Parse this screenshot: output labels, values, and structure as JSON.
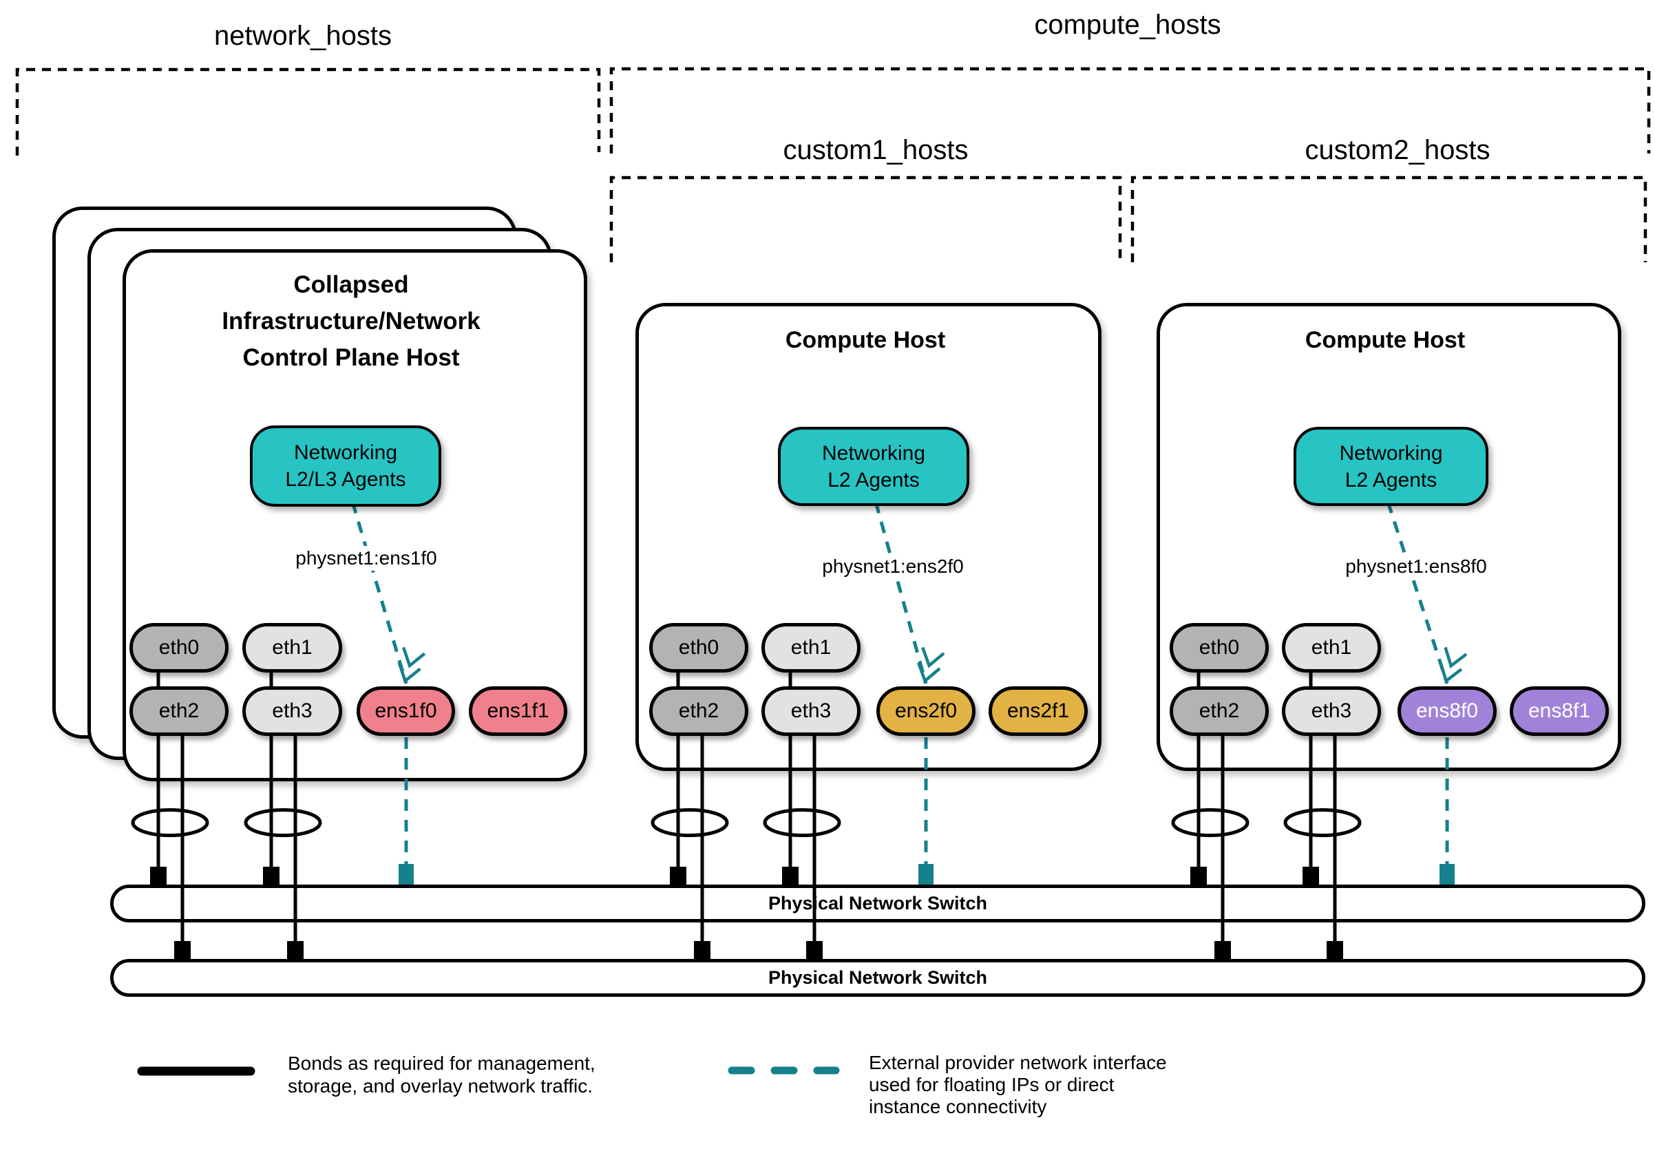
{
  "groups": {
    "network_hosts": "network_hosts",
    "compute_hosts": "compute_hosts",
    "custom1_hosts": "custom1_hosts",
    "custom2_hosts": "custom2_hosts"
  },
  "hosts": [
    {
      "title": "Collapsed\nInfrastructure/Network\nControl Plane Host",
      "agent": "Networking\nL2/L3 Agents",
      "physnet": "physnet1:ens1f0",
      "nics": [
        {
          "label": "eth0"
        },
        {
          "label": "eth1"
        },
        {
          "label": "eth2"
        },
        {
          "label": "eth3"
        },
        {
          "label": "ens1f0"
        },
        {
          "label": "ens1f1"
        }
      ]
    },
    {
      "title": "Compute Host",
      "agent": "Networking\nL2 Agents",
      "physnet": "physnet1:ens2f0",
      "nics": [
        {
          "label": "eth0"
        },
        {
          "label": "eth1"
        },
        {
          "label": "eth2"
        },
        {
          "label": "eth3"
        },
        {
          "label": "ens2f0"
        },
        {
          "label": "ens2f1"
        }
      ]
    },
    {
      "title": "Compute Host",
      "agent": "Networking\nL2 Agents",
      "physnet": "physnet1:ens8f0",
      "nics": [
        {
          "label": "eth0"
        },
        {
          "label": "eth1"
        },
        {
          "label": "eth2"
        },
        {
          "label": "eth3"
        },
        {
          "label": "ens8f0"
        },
        {
          "label": "ens8f1"
        }
      ]
    }
  ],
  "switches": [
    {
      "label": "Physical Network Switch"
    },
    {
      "label": "Physical Network Switch"
    }
  ],
  "legend": {
    "bond_text": "Bonds as required for management,\nstorage, and overlay network traffic.",
    "provider_text": "External provider network interface\nused for floating IPs or direct\ninstance connectivity"
  },
  "colors": {
    "agent_teal": "#28C4C4",
    "provider_teal": "#16808D",
    "nic_gray_dark": "#B3B3B3",
    "nic_gray_light": "#E2E2E2",
    "nic_pink": "#F0808C",
    "nic_gold": "#E2B244",
    "nic_purple": "#A182D9",
    "outline": "#000000"
  }
}
